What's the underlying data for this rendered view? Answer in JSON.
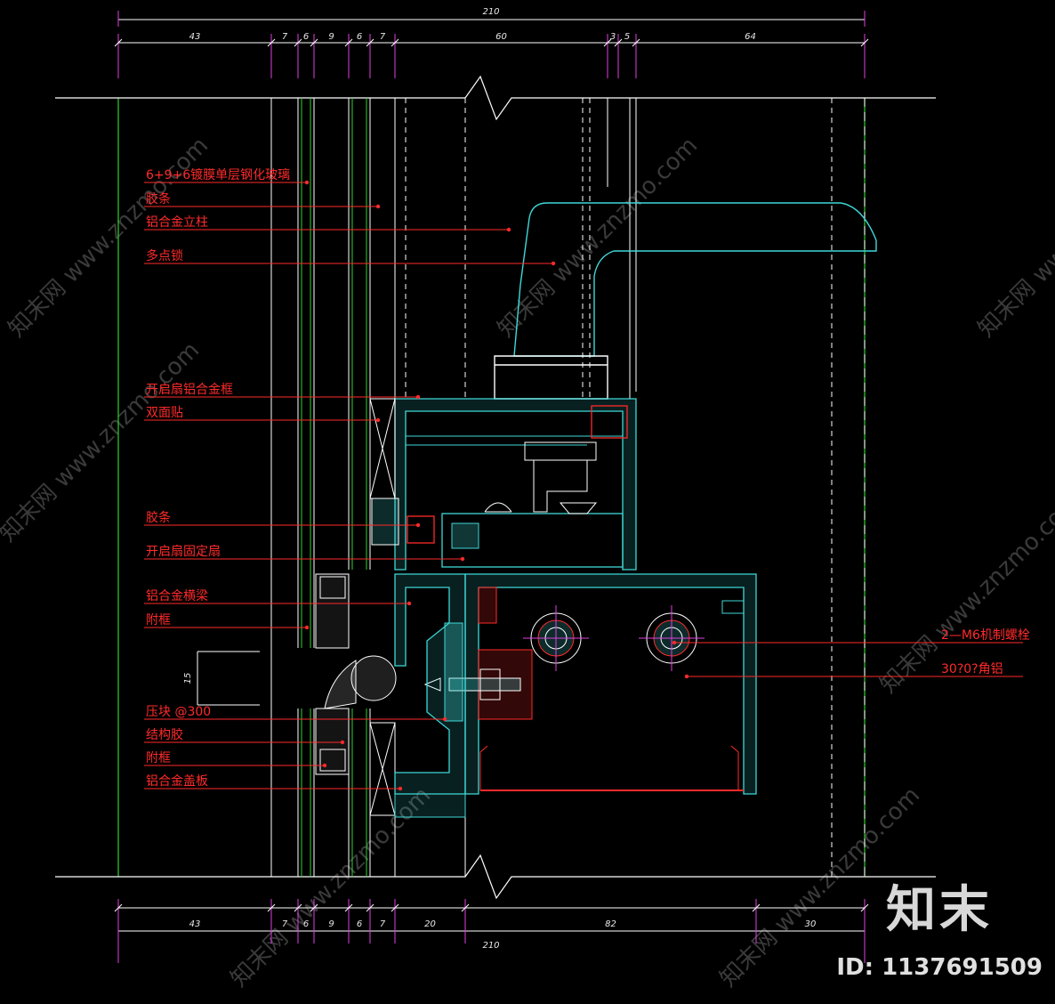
{
  "dimensions": {
    "top_total": "210",
    "top": [
      "43",
      "7",
      "6",
      "9",
      "6",
      "7",
      "60",
      "3",
      "5",
      "64"
    ],
    "bottom": [
      "43",
      "7",
      "6",
      "9",
      "6",
      "7",
      "20",
      "82",
      "30"
    ],
    "bottom_total": "210",
    "vertical": "15"
  },
  "labels": [
    "6+9+6镀膜单层钢化玻璃",
    "胶条",
    "铝合金立柱",
    "多点锁",
    "开启扇铝合金框",
    "双面贴",
    "胶条",
    "开启扇固定扇",
    "铝合金横梁",
    "附框",
    "压块  @300",
    "结构胶",
    "附框",
    "铝合金盖板"
  ],
  "right_labels": [
    "2—M6机制螺栓",
    "30?0?角铝"
  ],
  "watermark": {
    "text": "知末网 www.znzmo.com",
    "logo": "知末",
    "id": "ID: 1137691509"
  },
  "colors": {
    "background": "#000000",
    "dimension": "#ffffff",
    "label": "#ff2a2a",
    "profile": "#3fd8d8",
    "guide": "#2fd02f",
    "magenta": "#e040e0"
  }
}
